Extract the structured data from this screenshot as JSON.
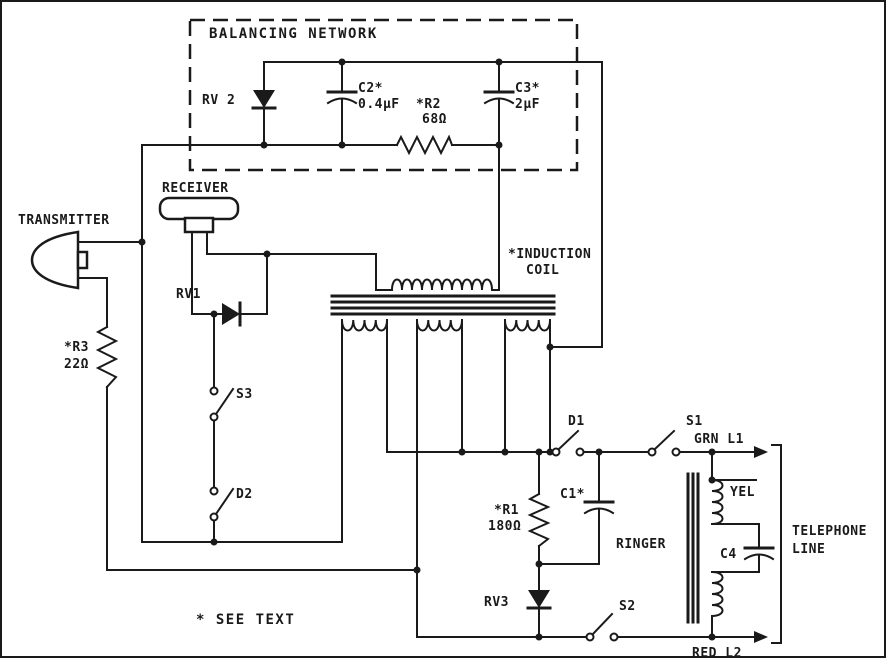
{
  "colors": {
    "ink": "#1a1a1a",
    "background": "#ffffff"
  },
  "labels": {
    "balancing_network": "BALANCING NETWORK",
    "rv2": "RV 2",
    "c2_name": "C2*",
    "c2_value": "0.4μF",
    "r2_name": "*R2",
    "r2_value": "68Ω",
    "c3_name": "C3*",
    "c3_value": "2μF",
    "receiver": "RECEIVER",
    "transmitter": "TRANSMITTER",
    "rv1": "RV1",
    "s3": "S3",
    "d2": "D2",
    "r3_name": "*R3",
    "r3_value": "22Ω",
    "induction_coil_line1": "*INDUCTION",
    "induction_coil_line2": "COIL",
    "d1": "D1",
    "s1": "S1",
    "grn_l1": "GRN L1",
    "r1_name": "*R1",
    "r1_value": "180Ω",
    "c1_name": "C1*",
    "ringer": "RINGER",
    "yel": "YEL",
    "c4": "C4",
    "telephone_line_line1": "TELEPHONE",
    "telephone_line_line2": "LINE",
    "rv3": "RV3",
    "s2": "S2",
    "red_l2": "RED L2",
    "see_text_note": "* SEE TEXT"
  }
}
